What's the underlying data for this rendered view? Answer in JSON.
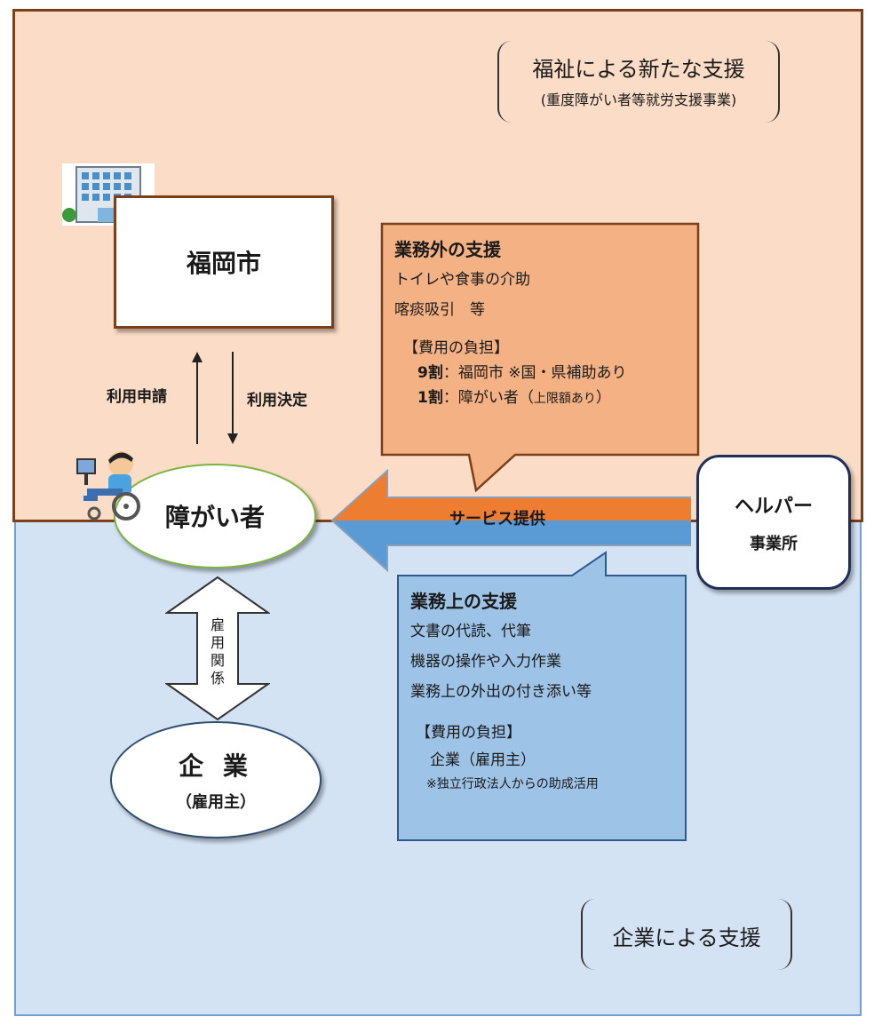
{
  "regions": {
    "welfare_title": "福祉による新たな支援",
    "welfare_subtitle": "(重度障がい者等就労支援事業)",
    "company_title": "企業による支援"
  },
  "city": {
    "label": "福岡市"
  },
  "flows": {
    "apply": "利用申請",
    "decide": "利用決定",
    "service": "サービス提供"
  },
  "person": {
    "label": "障がい者"
  },
  "company": {
    "label": "企 業",
    "sub": "（雇用主）"
  },
  "employment": {
    "label": "雇用関係"
  },
  "helper": {
    "line1": "ヘルパー",
    "line2": "事業所"
  },
  "offduty": {
    "title": "業務外の支援",
    "items": [
      "トイレや食事の介助",
      "喀痰吸引　等"
    ],
    "cost_header": "【費用の負担】",
    "cost_lines": [
      {
        "ratio": "9割",
        "text": "：福岡市 ※国・県補助あり"
      },
      {
        "ratio": "1割",
        "text": "：障がい者（",
        "note": "上限額あり",
        "close": "）"
      }
    ]
  },
  "onduty": {
    "title": "業務上の支援",
    "items": [
      "文書の代読、代筆",
      "機器の操作や入力作業",
      "業務上の外出の付き添い等"
    ],
    "cost_header": "【費用の負担】",
    "cost_line": "企業（雇用主）",
    "cost_note": "※独立行政法人からの助成活用"
  },
  "colors": {
    "welfare_bg": "#fbdcc6",
    "welfare_border": "#7b3f1a",
    "company_bg": "#d4e3f3",
    "company_border": "#6f9fd4",
    "offduty_fill": "#f4b183",
    "onduty_fill": "#9dc3e6",
    "service_top": "#ed7d31",
    "service_bottom": "#5b9bd5"
  }
}
